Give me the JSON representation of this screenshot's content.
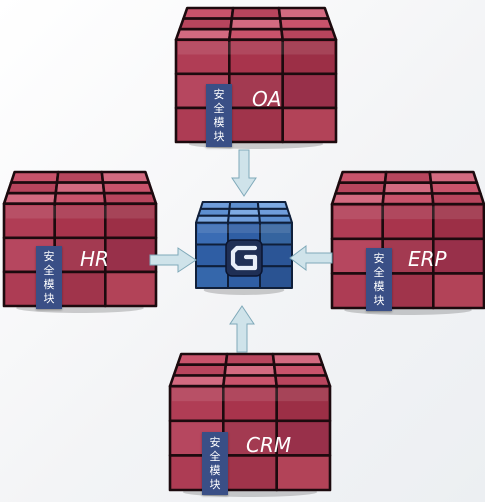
{
  "modules": [
    {
      "id": "oa",
      "name": "OA"
    },
    {
      "id": "hr",
      "name": "HR"
    },
    {
      "id": "erp",
      "name": "ERP"
    },
    {
      "id": "crm",
      "name": "CRM"
    }
  ],
  "security_module_label": [
    "安",
    "全",
    "模",
    "块"
  ],
  "colors": {
    "module_red": "#a8344c",
    "module_red_light": "#c24d66",
    "module_red_dark": "#6b1f30",
    "core_blue": "#2f5ea4",
    "core_blue_light": "#5d8fd0",
    "badge_blue": "#3a4f86",
    "arrow_fill": "#cfe3ea",
    "arrow_stroke": "#7fa9b9"
  },
  "icons": {
    "core_emblem": "g-logo-icon",
    "arrow": "arrow-icon"
  }
}
